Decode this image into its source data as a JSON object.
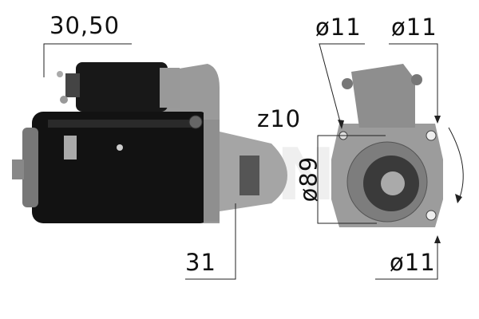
{
  "dimensions": {
    "solenoid_terminals": "30,50",
    "top_left_diameter": "ø11",
    "top_right_diameter": "ø11",
    "teeth": "z10",
    "flange_diameter": "ø89",
    "pinion_offset": "31",
    "bottom_diameter": "ø11"
  },
  "watermark": "MESAN",
  "colors": {
    "body": "#111111",
    "housing": "#8a8a8a",
    "line": "#222222"
  }
}
